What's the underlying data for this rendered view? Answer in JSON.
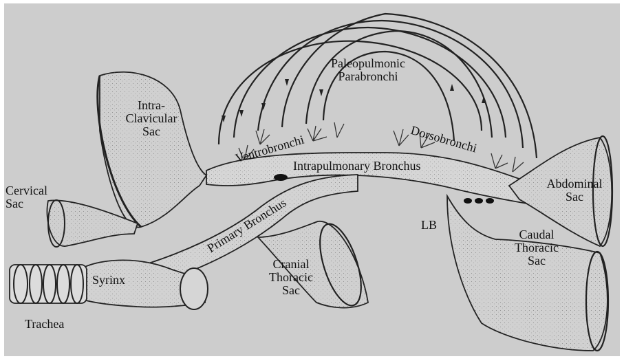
{
  "figure": {
    "labels": {
      "paleopulmonic_line1": "Paleopulmonic",
      "paleopulmonic_line2": "Parabronchi",
      "intraclavicular_line1": "Intra-",
      "intraclavicular_line2": "Clavicular",
      "intraclavicular_line3": "Sac",
      "ventrobronchi": "Ventrobronchi",
      "dorsobronchi": "Dorsobronchi",
      "intrapulmonary_bronchus": "Intrapulmonary Bronchus",
      "cervical_line1": "Cervical",
      "cervical_line2": "Sac",
      "primary_bronchus": "Primary Bronchus",
      "lb": "LB",
      "abdominal_line1": "Abdominal",
      "abdominal_line2": "Sac",
      "caudal_line1": "Caudal",
      "caudal_line2": "Thoracic",
      "caudal_line3": "Sac",
      "cranial_line1": "Cranial",
      "cranial_line2": "Thoracic",
      "cranial_line3": "Sac",
      "syrinx": "Syrinx",
      "trachea": "Trachea"
    }
  }
}
